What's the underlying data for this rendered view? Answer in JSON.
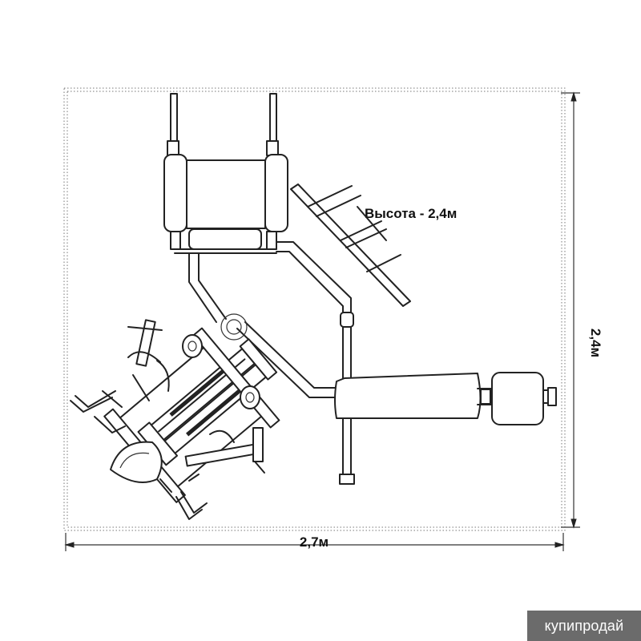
{
  "labels": {
    "height": "Высота - 2,4м",
    "width_dim": "2,7м",
    "depth_dim": "2,4м"
  },
  "watermark": {
    "text": "купипродай"
  },
  "colors": {
    "line": "#222222",
    "watermark_bg": "#6b6b6b",
    "watermark_text": "#ffffff"
  }
}
